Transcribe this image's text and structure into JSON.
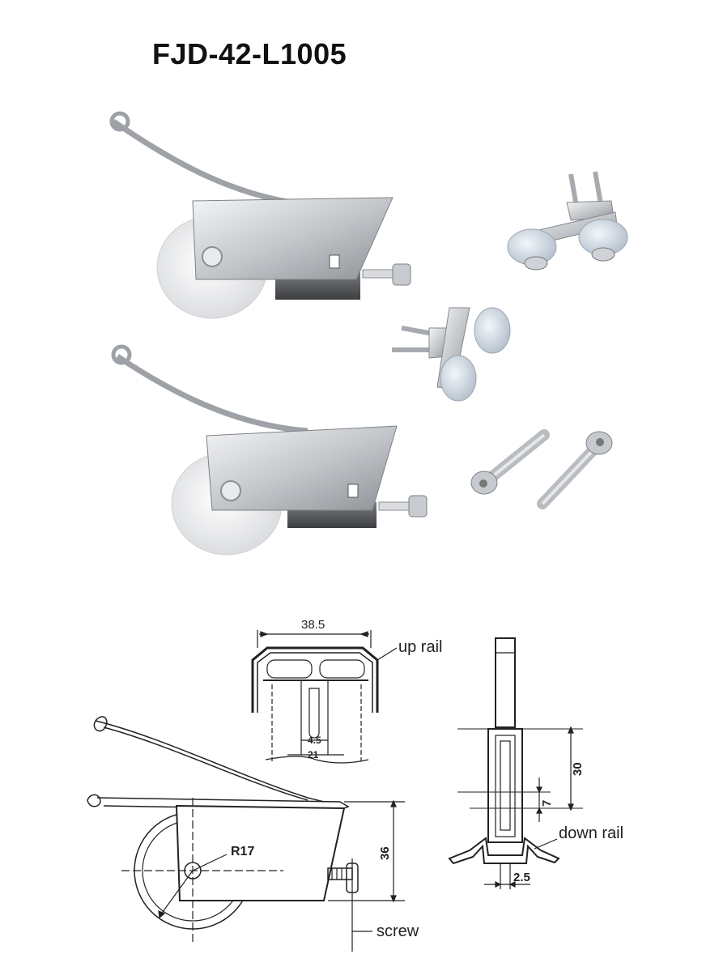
{
  "title": "FJD-42-L1005",
  "labels": {
    "up_rail": "up rail",
    "down_rail": "down rail",
    "screw": "screw"
  },
  "dimensions": {
    "width_top": "38.5",
    "slot_inner": "4.5",
    "slot_outer": "21",
    "height_right": "30",
    "height_small": "7",
    "gap": "2.5",
    "radius": "R17",
    "height_left": "36"
  },
  "colors": {
    "metal": "#c9ccd0",
    "wheel": "#eef0f2",
    "line": "#222222"
  }
}
